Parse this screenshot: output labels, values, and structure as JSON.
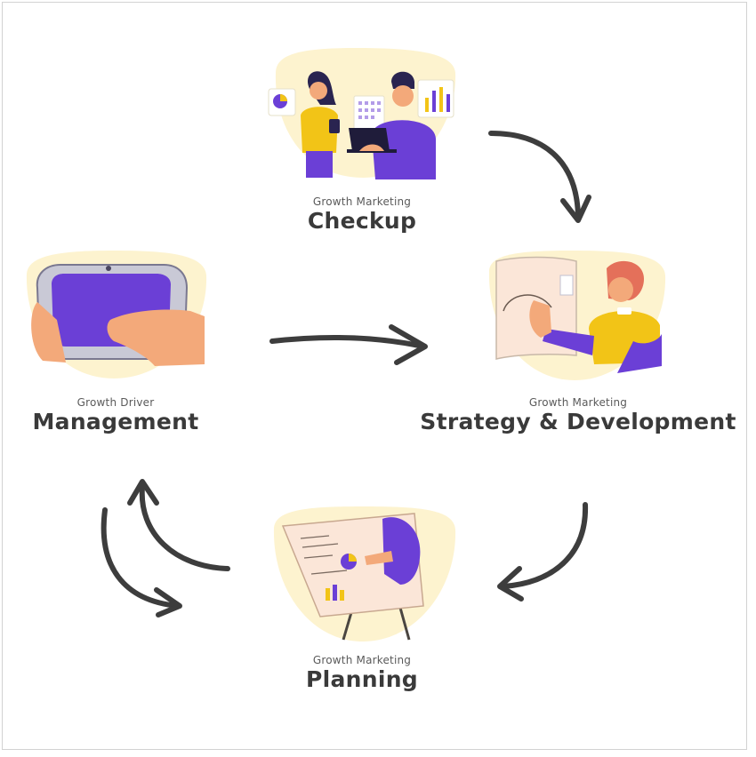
{
  "steps": [
    {
      "subtitle": "Growth Marketing",
      "title": "Checkup",
      "illustration": "two-people-reviewing-charts-illustration"
    },
    {
      "subtitle": "Growth Marketing",
      "title": "Strategy & Development",
      "illustration": "person-sketching-on-board-illustration"
    },
    {
      "subtitle": "Growth Marketing",
      "title": "Planning",
      "illustration": "presentation-easel-illustration"
    },
    {
      "subtitle": "Growth Driver",
      "title": "Management",
      "illustration": "hands-holding-tablet-illustration"
    }
  ],
  "colors": {
    "blob": "#fdf3cf",
    "purple": "#6b3fd6",
    "yellow": "#f2c417",
    "arrow": "#3d3d3d",
    "text": "#3a3a3a"
  }
}
